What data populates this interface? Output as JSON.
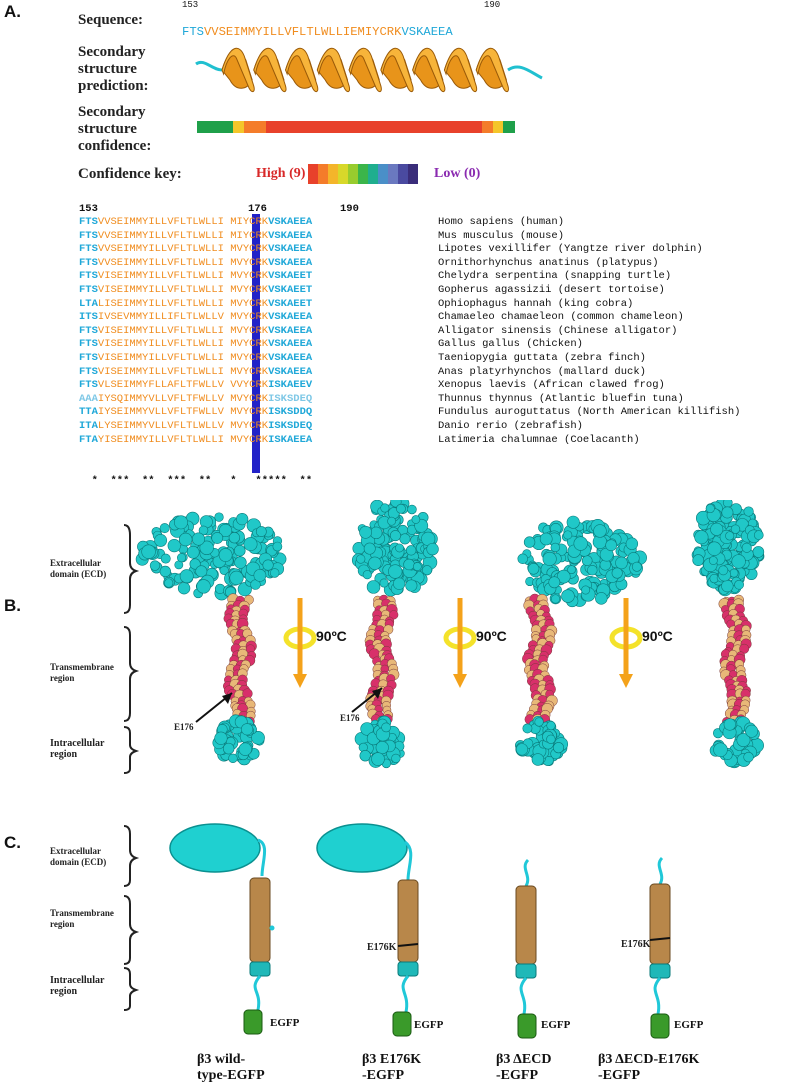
{
  "panelA": {
    "label": "A.",
    "sequence_label": "Sequence:",
    "seq_start": "153",
    "seq_end": "190",
    "seq_head": "FTS",
    "seq_mid": "VVSEIMMYILLVFLTLWLLIEMIYCRK",
    "seq_tail": "VSKAEEA",
    "ss_pred_label": "Secondary structure prediction:",
    "ss_conf_label": "Secondary structure confidence:",
    "conf_key_label": "Confidence key:",
    "high": "High (9)",
    "low": "Low (0)",
    "key_colors": [
      "#e8412b",
      "#f47c2a",
      "#f4b52a",
      "#d8d82a",
      "#98cc2e",
      "#3bb54a",
      "#1fae8e",
      "#4a8fc8",
      "#6a79c0",
      "#4a4aa0",
      "#3a2d7a"
    ],
    "conf_bar": [
      {
        "color": "#1fa04a",
        "len": 36
      },
      {
        "color": "#f4c62a",
        "len": 11
      },
      {
        "color": "#f47c2a",
        "len": 22
      },
      {
        "color": "#e8412b",
        "len": 216
      },
      {
        "color": "#f47c2a",
        "len": 11
      },
      {
        "color": "#f4c62a",
        "len": 10
      },
      {
        "color": "#1fa04a",
        "len": 12
      }
    ],
    "align_start": "153",
    "align_mid": "176",
    "align_end": "190",
    "alignment": [
      {
        "a": "FTS",
        "b": "VVSEIMMYILLVFLTLWLLI",
        "c": "E",
        "d": "MIYCRK",
        "e": "VSKAEEA",
        "species": "Homo sapiens (human)"
      },
      {
        "a": "FTS",
        "b": "VVSEIMMYILLVFLTLWLLI",
        "c": "E",
        "d": "MIYCRK",
        "e": "VSKAEEA",
        "species": "Mus musculus (mouse)"
      },
      {
        "a": "FTS",
        "b": "VVSEIMMYILLVFLTLWLLI",
        "c": "E",
        "d": "MVYCRK",
        "e": "VSKAEEA",
        "species": "Lipotes vexillifer (Yangtze river dolphin)"
      },
      {
        "a": "FTS",
        "b": "VVSEIMMYILLVFLTLWLLI",
        "c": "E",
        "d": "MVYCRK",
        "e": "VSKAEEA",
        "species": "Ornithorhynchus anatinus (platypus)"
      },
      {
        "a": "FTS",
        "b": "VISEIMMYILLVFLTLWLLI",
        "c": "E",
        "d": "MVYCRK",
        "e": "VSKAEET",
        "species": "Chelydra serpentina (snapping turtle)"
      },
      {
        "a": "FTS",
        "b": "VISEIMMYILLVFLTLWLLI",
        "c": "E",
        "d": "MVYCRK",
        "e": "VSKAEET",
        "species": "Gopherus agassizii (desert tortoise)"
      },
      {
        "a": "LTA",
        "b": "LISEIMMYILLVFLTLWLLI",
        "c": "E",
        "d": "MVYCRK",
        "e": "VSKAEET",
        "species": "Ophiophagus hannah (king cobra)"
      },
      {
        "a": "ITS",
        "b": "IVSEVMMYILLIFLTLWLLV",
        "c": "E",
        "d": "MVYCRK",
        "e": "VSKAEEA",
        "species": "Chamaeleo chamaeleon (common chameleon)"
      },
      {
        "a": "FTS",
        "b": "VISEIMMYILLVFLTLWLLI",
        "c": "E",
        "d": "MVYCRK",
        "e": "VSKAEEA",
        "species": "Alligator sinensis (Chinese alligator)"
      },
      {
        "a": "FTS",
        "b": "VISEIMMYILLVFLTLWLLI",
        "c": "E",
        "d": "MVYCRK",
        "e": "VSKAEEA",
        "species": "Gallus gallus (Chicken)"
      },
      {
        "a": "FTS",
        "b": "VISEIMMYILLVFLTLWLLI",
        "c": "E",
        "d": "MVYCRK",
        "e": "VSKAEEA",
        "species": "Taeniopygia guttata (zebra finch)"
      },
      {
        "a": "FTS",
        "b": "VISEIMMYILLVFLTLWLLI",
        "c": "E",
        "d": "MVYCRK",
        "e": "VSKAEEA",
        "species": "Anas platyrhynchos (mallard duck)"
      },
      {
        "a": "FTS",
        "b": "VLSEIMMYFLLAFLTFWLLV",
        "c": "E",
        "d": "VVYCRK",
        "e": "ISKAEEV",
        "species": "Xenopus laevis (African clawed frog)"
      },
      {
        "a": "AAA",
        "b": "IYSQIMMYVLLVFLTFWLLV",
        "c": "E",
        "d": "MVYCRK",
        "e": "ISKSDEQ",
        "species": "Thunnus thynnus (Atlantic bluefin tuna)",
        "pale": true
      },
      {
        "a": "TTA",
        "b": "IYSEIMMYVLLVFLTFWLLV",
        "c": "E",
        "d": "MVYCRK",
        "e": "ISKSDDQ",
        "species": "Fundulus auroguttatus (North American killifish)"
      },
      {
        "a": "ITA",
        "b": "LYSEIMMYVLLVFLTLWLLV",
        "c": "E",
        "d": "MVYCRK",
        "e": "ISKSDEQ",
        "species": "Danio rerio (zebrafish)"
      },
      {
        "a": "FTA",
        "b": "YISEIMMYILLVFLTLWLLI",
        "c": "E",
        "d": "MVYCRK",
        "e": "ISKAEEA",
        "species": "Latimeria chalumnae (Coelacanth)"
      }
    ],
    "conservation": "  *  ***  **  ***  **   *   *****  **"
  },
  "panelB": {
    "label": "B.",
    "ecd_label": "Extracellular domain (ECD)",
    "tm_label": "Transmembrane region",
    "ic_label": "Intracellular region",
    "e176": "E176",
    "rotation": "90ºC"
  },
  "panelC": {
    "label": "C.",
    "ecd_label": "Extracellular domain (ECD)",
    "tm_label": "Transmembrane region",
    "ic_label": "Intracellular region",
    "mutation": "E176K",
    "egfp": "EGFP",
    "constructs": [
      {
        "line1": "β3 wild-",
        "line2": "type-EGFP"
      },
      {
        "line1": "β3 E176K",
        "line2": "-EGFP"
      },
      {
        "line1": "β3 ΔECD",
        "line2": "-EGFP"
      },
      {
        "line1": "β3 ΔECD-E176K",
        "line2": "-EGFP"
      }
    ]
  },
  "colors": {
    "cyan": "#20c8c8",
    "tan": "#e8b878",
    "magenta": "#d8306a",
    "helix": "#f0a020",
    "tm_tube": "#b8874a"
  }
}
